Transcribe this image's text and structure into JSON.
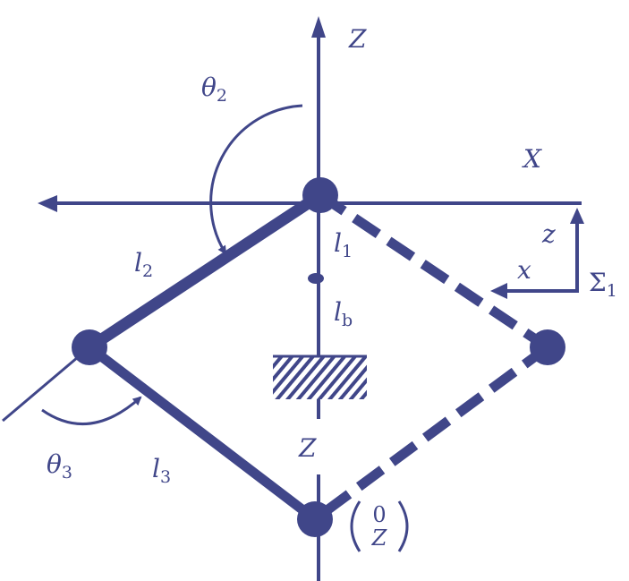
{
  "colors": {
    "ink": "#404689"
  },
  "labels": {
    "Z_top": "Z",
    "X": "X",
    "theta2": "θ",
    "theta2_sub": "2",
    "theta3": "θ",
    "theta3_sub": "3",
    "l1": "l",
    "l1_sub": "1",
    "l2": "l",
    "l2_sub": "2",
    "l3": "l",
    "l3_sub": "3",
    "lb": "l",
    "lb_sub": "b",
    "Z_bottom": "Z",
    "frame_z": "z",
    "frame_x": "x",
    "sigma": "Σ",
    "sigma_sub": "1",
    "vec_top": "0",
    "vec_bottom": "Z"
  }
}
